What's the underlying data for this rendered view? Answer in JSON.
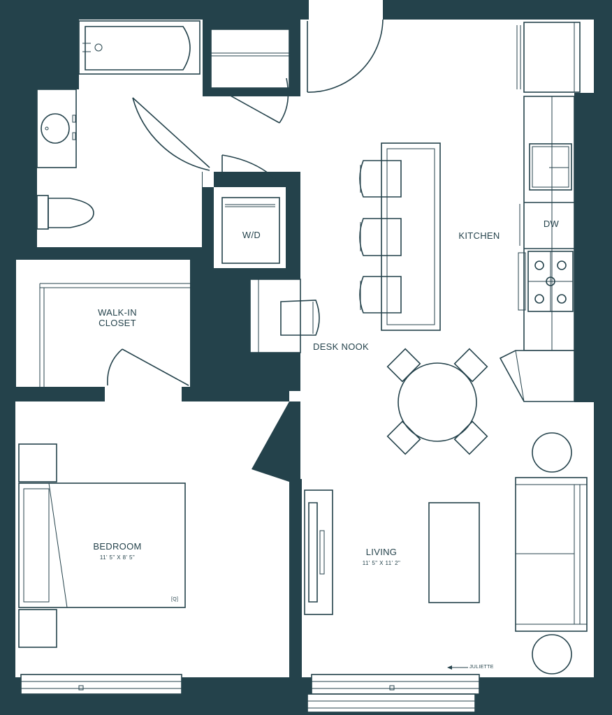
{
  "rooms": {
    "walk_in_closet": {
      "line1": "WALK-IN",
      "line2": "CLOSET"
    },
    "laundry": {
      "label": "W/D"
    },
    "kitchen": {
      "label": "KITCHEN"
    },
    "dishwasher": {
      "label": "DW"
    },
    "desk_nook": {
      "label": "DESK NOOK"
    },
    "bedroom": {
      "label": "BEDROOM",
      "dimensions": "11' 5\" X 8' 5\""
    },
    "living": {
      "label": "LIVING",
      "dimensions": "11' 5\" X 11' 2\""
    }
  },
  "annotations": {
    "juliette": "JULIETTE",
    "outlet_mark": "[Q]"
  },
  "colors": {
    "wall": "#24424b",
    "floor": "#ffffff",
    "line": "#24424b"
  }
}
